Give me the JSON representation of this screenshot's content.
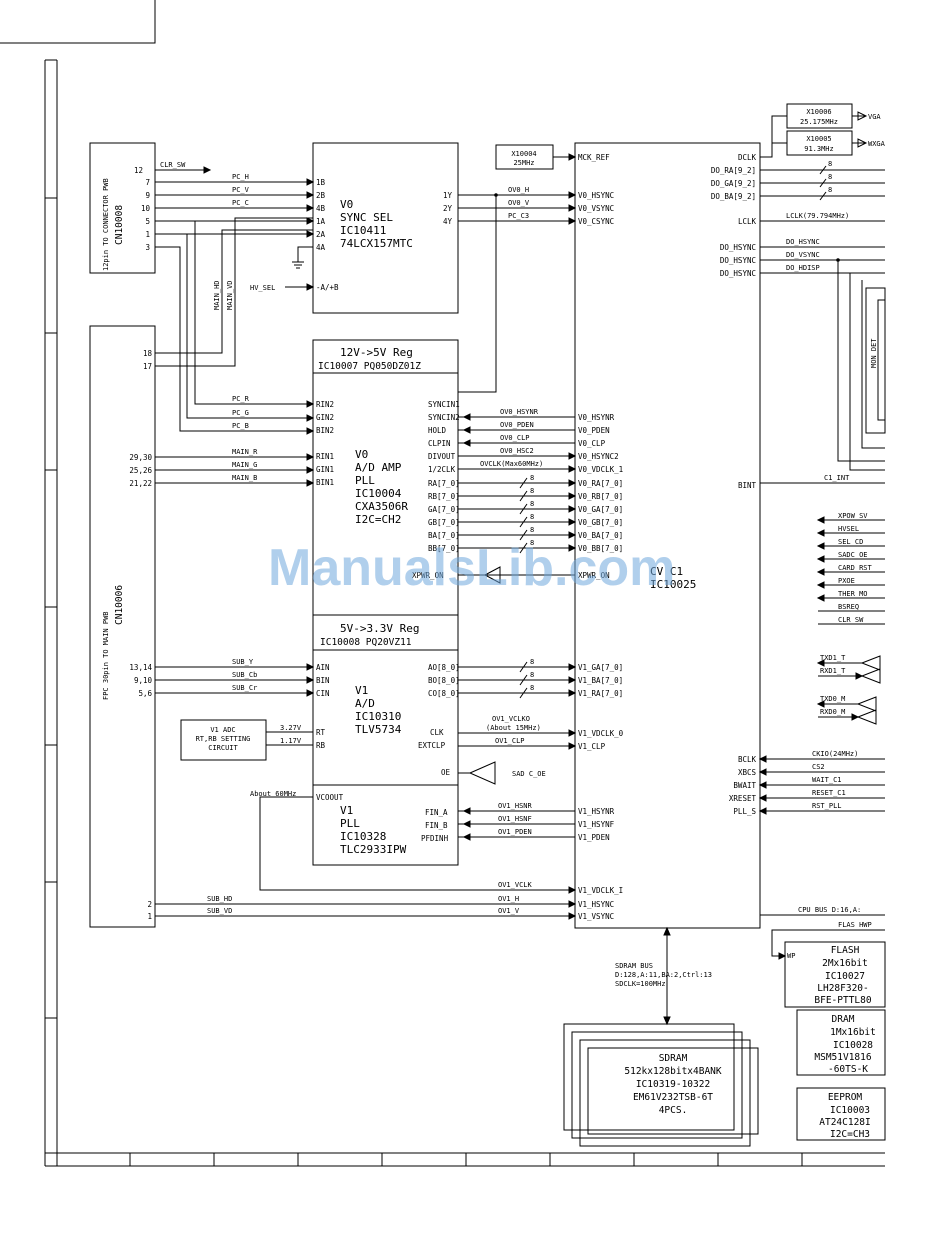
{
  "watermark": "ManualsLib.com",
  "connectors": {
    "top": {
      "name": "12pin TO CONNECTOR PWB",
      "ref": "CN10008",
      "pins": [
        "12",
        "7",
        "9",
        "10",
        "5",
        "1",
        "3"
      ]
    },
    "main": {
      "name": "FPC 30pin TO MAIN PWB",
      "ref": "CN10006",
      "pins": [
        "18",
        "17",
        "29,30",
        "25,26",
        "21,22",
        "13,14",
        "9,10",
        "5,6",
        "2",
        "1"
      ]
    }
  },
  "signals_left": {
    "clr_sw": "CLR_SW",
    "pc_h": "PC_H",
    "pc_v": "PC_V",
    "pc_c": "PC_C",
    "main_hd": "MAIN_HD",
    "main_vd": "MAIN_VD",
    "hv_sel": "HV_SEL",
    "pc_r": "PC_R",
    "pc_g": "PC_G",
    "pc_b": "PC_B",
    "main_r": "MAIN_R",
    "main_g": "MAIN_G",
    "main_b": "MAIN_B",
    "sub_y": "SUB_Y",
    "sub_cb": "SUB_Cb",
    "sub_cr": "SUB_Cr",
    "sub_hd": "SUB_HD",
    "sub_vd": "SUB_VD",
    "about60": "About 60MHz"
  },
  "sync_sel": {
    "lines": [
      "V0",
      "SYNC SEL",
      "IC10411",
      "74LCX157MTC"
    ],
    "inputs": [
      "1B",
      "2B",
      "4B",
      "1A",
      "2A",
      "4A",
      "-A/+B"
    ],
    "outputs": [
      "1Y",
      "2Y",
      "4Y"
    ]
  },
  "reg12": {
    "title": "12V->5V Reg",
    "ic": "IC10007 PQ050DZ01Z"
  },
  "ad_amp": {
    "lines": [
      "V0",
      "A/D AMP",
      "PLL",
      "IC10004",
      "CXA3506R",
      "I2C=CH2"
    ],
    "inputs": [
      "RIN2",
      "GIN2",
      "BIN2",
      "RIN1",
      "GIN1",
      "BIN1"
    ],
    "outputs": [
      "SYNCIN1",
      "SYNCIN2",
      "HOLD",
      "CLPIN",
      "DIVOUT",
      "1/2CLK",
      "RA[7_0]",
      "RB[7_0]",
      "GA[7_0]",
      "GB[7_0]",
      "BA[7_0]",
      "BB[7_0]",
      "XPWR_ON"
    ]
  },
  "reg5": {
    "title": "5V->3.3V Reg",
    "ic": "IC10008 PQ20VZ11"
  },
  "v1_ad": {
    "lines": [
      "V1",
      "A/D",
      "IC10310",
      "TLV5734"
    ],
    "inputs": [
      "AIN",
      "BIN",
      "CIN",
      "RT",
      "RB"
    ],
    "outputs": [
      "AO[8_0]",
      "BO[8_0]",
      "CO[8_0]",
      "CLK",
      "EXTCLP",
      "OE"
    ]
  },
  "v1_pll": {
    "lines": [
      "V1",
      "PLL",
      "IC10328",
      "TLC2933IPW"
    ],
    "pins": [
      "VCOOUT",
      "FIN_A",
      "FIN_B",
      "PFDINH"
    ]
  },
  "adc_set": {
    "lines": [
      "V1 ADC",
      "RT,RB SETTING",
      "CIRCUIT"
    ],
    "rt": "3.27V",
    "rb": "1.17V"
  },
  "osc_x10004": {
    "ref": "X10004",
    "freq": "25MHz"
  },
  "osc_x10006": {
    "ref": "X10006",
    "freq": "25.175MHz",
    "out": "VGA"
  },
  "osc_x10005": {
    "ref": "X10005",
    "freq": "91.3MHz",
    "out": "WXGA"
  },
  "main_ic": {
    "lines": [
      "CV C1",
      "IC10025"
    ],
    "left_pins": [
      "MCK_REF",
      "V0_HSYNC",
      "V0_VSYNC",
      "V0_CSYNC",
      "V0_HSYNR",
      "V0_PDEN",
      "V0_CLP",
      "V0_HSYNC2",
      "V0_VDCLK_1",
      "V0_RA[7_0]",
      "V0_RB[7_0]",
      "V0_GA[7_0]",
      "V0_GB[7_0]",
      "V0_BA[7_0]",
      "V0_BB[7_0]",
      "XPWR_ON",
      "V1_GA[7_0]",
      "V1_BA[7_0]",
      "V1_RA[7_0]",
      "V1_VDCLK_0",
      "V1_CLP",
      "V1_HSYNR",
      "V1_HSYNF",
      "V1_PDEN",
      "V1_VDCLK_I",
      "V1_HSYNC",
      "V1_VSYNC"
    ],
    "right_pins": [
      "DCLK",
      "DO_RA[9_2]",
      "DO_GA[9_2]",
      "DO_BA[9_2]",
      "LCLK",
      "DO_HSYNC",
      "DO_HSYNC",
      "DO_HSYNC",
      "BINT",
      "BCLK",
      "XBCS",
      "BWAIT",
      "XRESET",
      "PLL_S"
    ]
  },
  "nets": {
    "ov0_h": "OV0_H",
    "ov0_v": "OV0_V",
    "pc_c3": "PC_C3",
    "ov0_hsynr": "OV0_HSYNR",
    "ov0_pden": "OV0_PDEN",
    "ov0_clp": "OV0_CLP",
    "ov0_hsc2": "OV0_HSC2",
    "ovclk": "OVCLK(Max60MHz)",
    "eight": "8",
    "ov1_vclko": "OV1_VCLKO",
    "about15": "(About 15MHz)",
    "ov1_clp": "OV1_CLP",
    "sad_c_oe": "SAD C_OE",
    "ov1_hsnr": "OV1_HSNR",
    "ov1_hsnf": "OV1_HSNF",
    "ov1_pden": "OV1_PDEN",
    "ov1_vclk": "OV1_VCLK",
    "ov1_h": "OV1_H",
    "ov1_v": "OV1_V",
    "lclk": "LCLK(79.794MHz)",
    "do_hsync": "DO_HSYNC",
    "do_vsync": "DO_VSYNC",
    "do_hdisp": "DO_HDISP",
    "c1_int": "C1_INT",
    "mon_det": "MON_DET",
    "ckio": "CKIO(24MHz)",
    "cs2": "CS2",
    "wait_c1": "WAIT_C1",
    "reset_c1": "RESET_C1",
    "rst_pll": "RST_PLL",
    "cpu_bus": "CPU BUS D:16,A:",
    "flas_hwp": "FLAS HWP",
    "wp": "WP"
  },
  "right_signals": [
    "XPOW SV",
    "HVSEL",
    "SEL_CD",
    "SADC OE",
    "CARD RST",
    "PXOE",
    "THER MO",
    "BSREQ",
    "CLR_SW"
  ],
  "uart": [
    "TXD1_T",
    "RXD1_T",
    "TXD0_M",
    "RXD0_M"
  ],
  "sdram_bus": {
    "lines": [
      "SDRAM BUS",
      "D:128,A:11,BA:2,Ctrl:13",
      "SDCLK=100MHz"
    ]
  },
  "sdram": {
    "lines": [
      "SDRAM",
      "512kx128bitx4BANK",
      "IC10319-10322",
      "EM61V232TSB-6T",
      "4PCS."
    ]
  },
  "flash": {
    "lines": [
      "FLASH",
      "2Mx16bit",
      "IC10027",
      "LH28F320-",
      "BFE-PTTL80"
    ]
  },
  "dram": {
    "lines": [
      "DRAM",
      "1Mx16bit",
      "IC10028",
      "MSM51V1816",
      "-60TS-K"
    ]
  },
  "eeprom": {
    "lines": [
      "EEPROM",
      "IC10003",
      "AT24C128I",
      "I2C=CH3"
    ]
  }
}
